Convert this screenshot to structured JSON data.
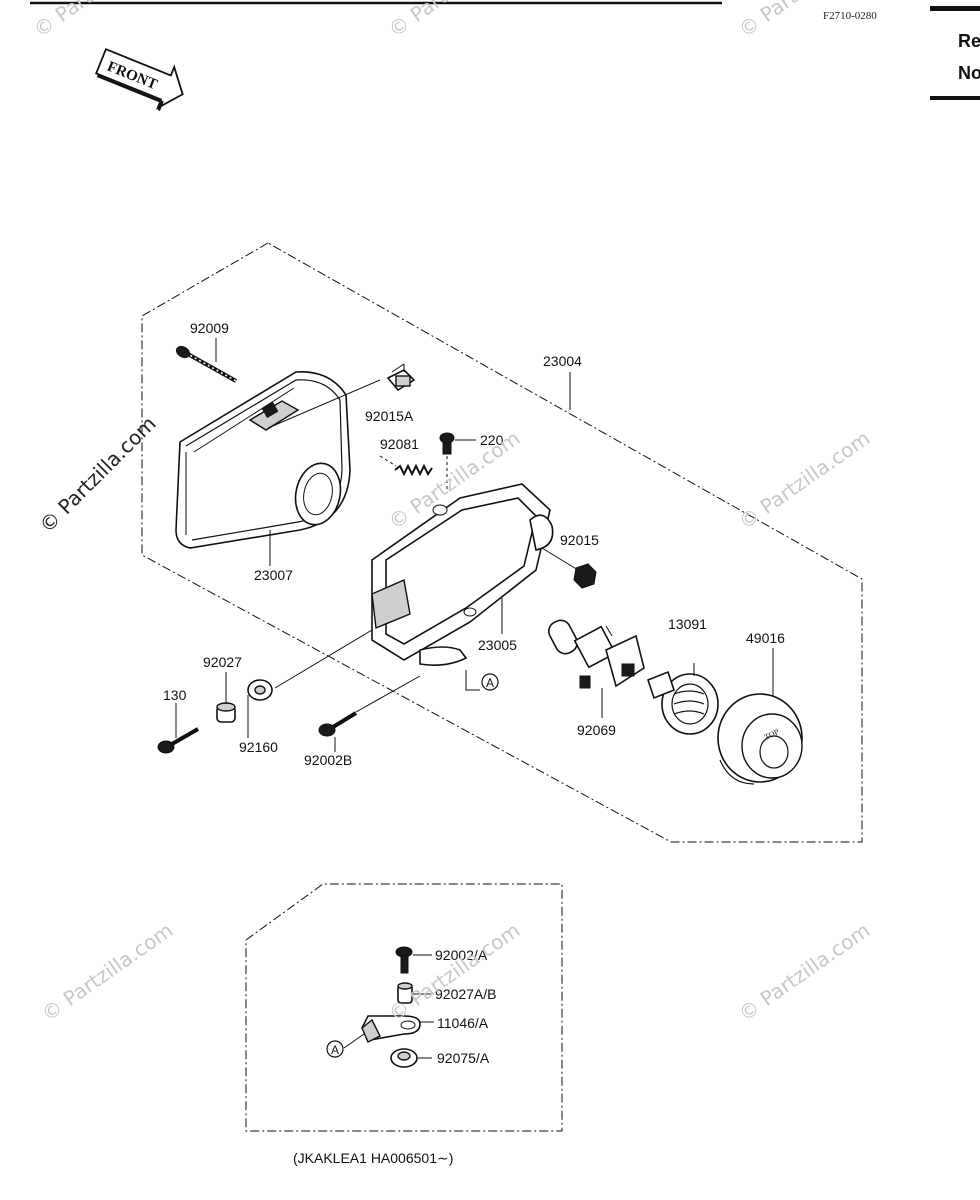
{
  "header": {
    "figure_code": "F2710-0280",
    "side_text_line1": "Re",
    "side_text_line2": "No",
    "front_arrow_label": "FRONT"
  },
  "watermarks": {
    "text": "© Partzilla.com",
    "prominent_text": "© Partzilla.com"
  },
  "callouts": {
    "p92009": "92009",
    "p92015A": "92015A",
    "p92081": "92081",
    "p220": "220",
    "p23004": "23004",
    "p23007": "23007",
    "p92015": "92015",
    "p23005": "23005",
    "p13091": "13091",
    "p49016": "49016",
    "p92027": "92027",
    "p130": "130",
    "p92160": "92160",
    "p92002B": "92002B",
    "p92069": "92069",
    "refA": "A"
  },
  "inset": {
    "p92002A": "92002/A",
    "p92027AB": "92027A/B",
    "p11046A": "11046/A",
    "p92075A": "92075/A",
    "refA": "A",
    "caption": "(JKAKLEA1 HA006501∼)"
  }
}
